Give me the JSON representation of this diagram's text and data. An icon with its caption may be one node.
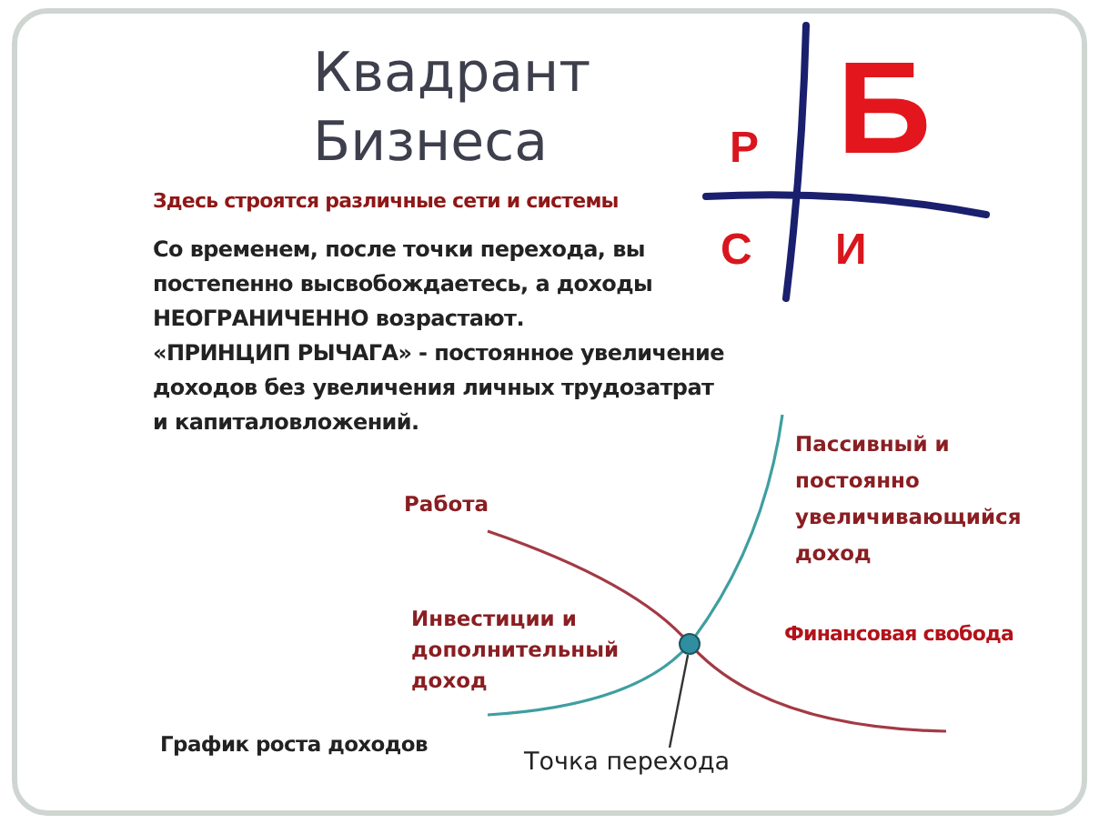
{
  "diagram": {
    "title": "Квадрант Бизнеса",
    "nodes": [
      {
        "text": [
          "Точка перехода"
        ]
      },
      {
        "text": [],
        "shape": "circle"
      }
    ],
    "edges": [
      {
        "from": 0,
        "to": 1,
        "arrow": "none"
      }
    ],
    "labels": [
      "Б",
      "Р",
      "С",
      "И",
      "Здесь строятся различные сети и системы",
      "Со временем, после точки перехода, вы постепенно высвобождаетесь, а доходы НЕОГРАНИЧЕННО возрастают.",
      "«ПРИНЦИП РЫЧАГА» - постоянное увеличение доходов без увеличения личных трудозатрат и капиталовложений.",
      "Пассивный и постоянно увеличивающийся доход",
      "Работа",
      "Инвестиции и дополнительный доход",
      "Финансовая свобода",
      "График роста доходов"
    ]
  }
}
